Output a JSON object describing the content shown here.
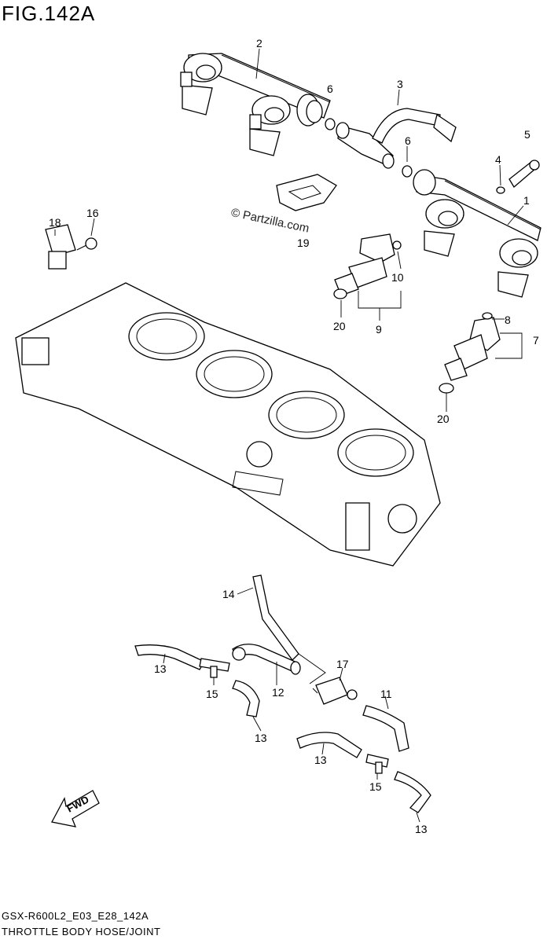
{
  "figure": {
    "title": "FIG.142A",
    "watermark": "© Partzilla.com",
    "footer_code": "GSX-R600L2_E03_E28_142A",
    "footer_name": "THROTTLE BODY HOSE/JOINT"
  },
  "fwd_label": "FWD",
  "callouts": [
    {
      "name": "callout-2",
      "text": "2"
    },
    {
      "name": "callout-6-top",
      "text": "6"
    },
    {
      "name": "callout-3",
      "text": "3"
    },
    {
      "name": "callout-5",
      "text": "5"
    },
    {
      "name": "callout-6-mid",
      "text": "6"
    },
    {
      "name": "callout-4",
      "text": "4"
    },
    {
      "name": "callout-1",
      "text": "1"
    },
    {
      "name": "callout-18",
      "text": "18"
    },
    {
      "name": "callout-16",
      "text": "16"
    },
    {
      "name": "callout-19",
      "text": "19"
    },
    {
      "name": "callout-10",
      "text": "10"
    },
    {
      "name": "callout-20-left",
      "text": "20"
    },
    {
      "name": "callout-9",
      "text": "9"
    },
    {
      "name": "callout-8",
      "text": "8"
    },
    {
      "name": "callout-7",
      "text": "7"
    },
    {
      "name": "callout-20-right",
      "text": "20"
    },
    {
      "name": "callout-14",
      "text": "14"
    },
    {
      "name": "callout-13-a",
      "text": "13"
    },
    {
      "name": "callout-15-a",
      "text": "15"
    },
    {
      "name": "callout-12",
      "text": "12"
    },
    {
      "name": "callout-17",
      "text": "17"
    },
    {
      "name": "callout-11",
      "text": "11"
    },
    {
      "name": "callout-13-b",
      "text": "13"
    },
    {
      "name": "callout-13-c",
      "text": "13"
    },
    {
      "name": "callout-15-b",
      "text": "15"
    },
    {
      "name": "callout-13-d",
      "text": "13"
    }
  ]
}
